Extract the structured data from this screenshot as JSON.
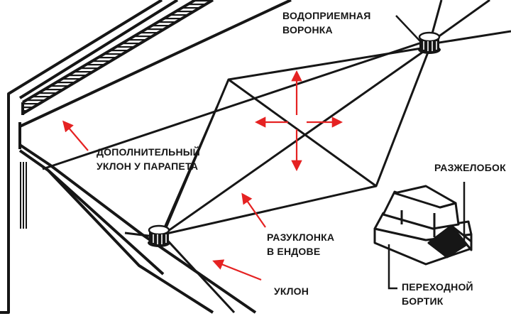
{
  "labels": {
    "funnel": {
      "line1": "ВОДОПРИЕМНАЯ",
      "line2": "ВОРОНКА"
    },
    "parapet_slope": {
      "line1": "ДОПОЛНИТЕЛЬНЫЙ",
      "line2": "УКЛОН У ПАРАПЕТА"
    },
    "valley_slope": {
      "line1": "РАЗУКЛОНКА",
      "line2": "В ЕНДОВЕ"
    },
    "slope": {
      "line1": "УКЛОН"
    },
    "cricket": {
      "line1": "РАЗЖЕЛОБОК"
    },
    "transition_curb": {
      "line1": "ПЕРЕХОДНОЙ",
      "line2": "БОРТИК"
    }
  },
  "colors": {
    "line": "#161616",
    "arrow": "#e52222",
    "background": "#ffffff"
  },
  "icons": [
    "roof-drain-funnel-icon",
    "arrow-icon",
    "cricket-icon"
  ]
}
